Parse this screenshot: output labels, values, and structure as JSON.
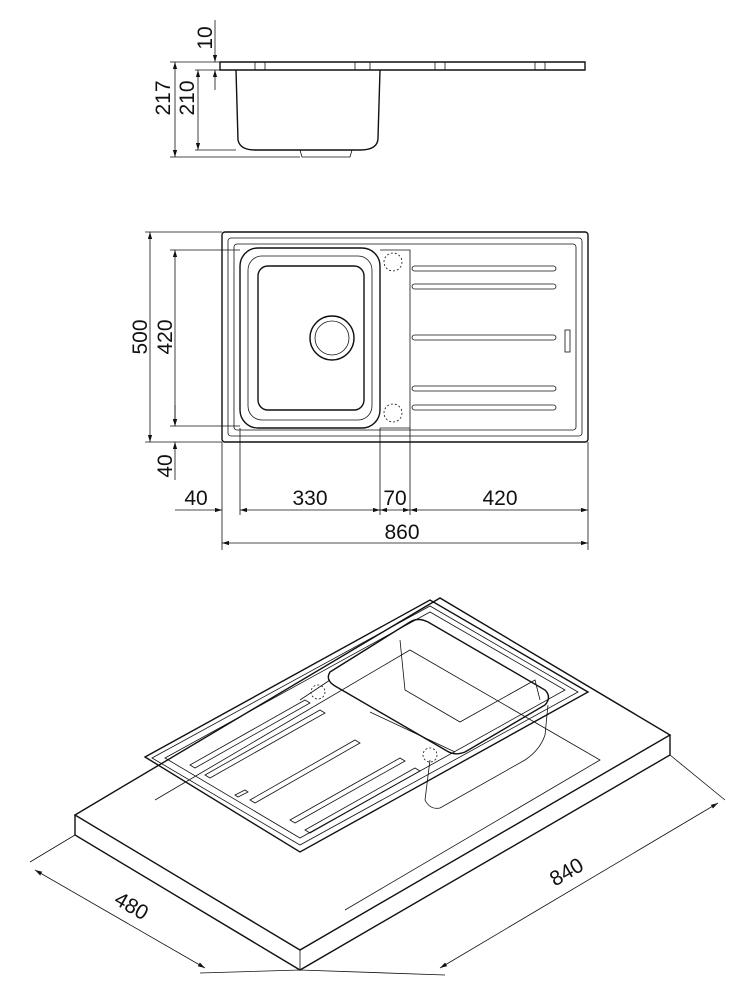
{
  "dimensions": {
    "side_view": {
      "top_thickness": "10",
      "total_depth": "217",
      "bowl_depth": "210"
    },
    "plan_view": {
      "overall_depth": "500",
      "bowl_depth": "420",
      "front_margin": "40",
      "left_margin": "40",
      "bowl_width": "330",
      "divider_width": "70",
      "drainer_width": "420",
      "overall_width": "860"
    },
    "cutout": {
      "depth": "480",
      "width": "840"
    }
  }
}
